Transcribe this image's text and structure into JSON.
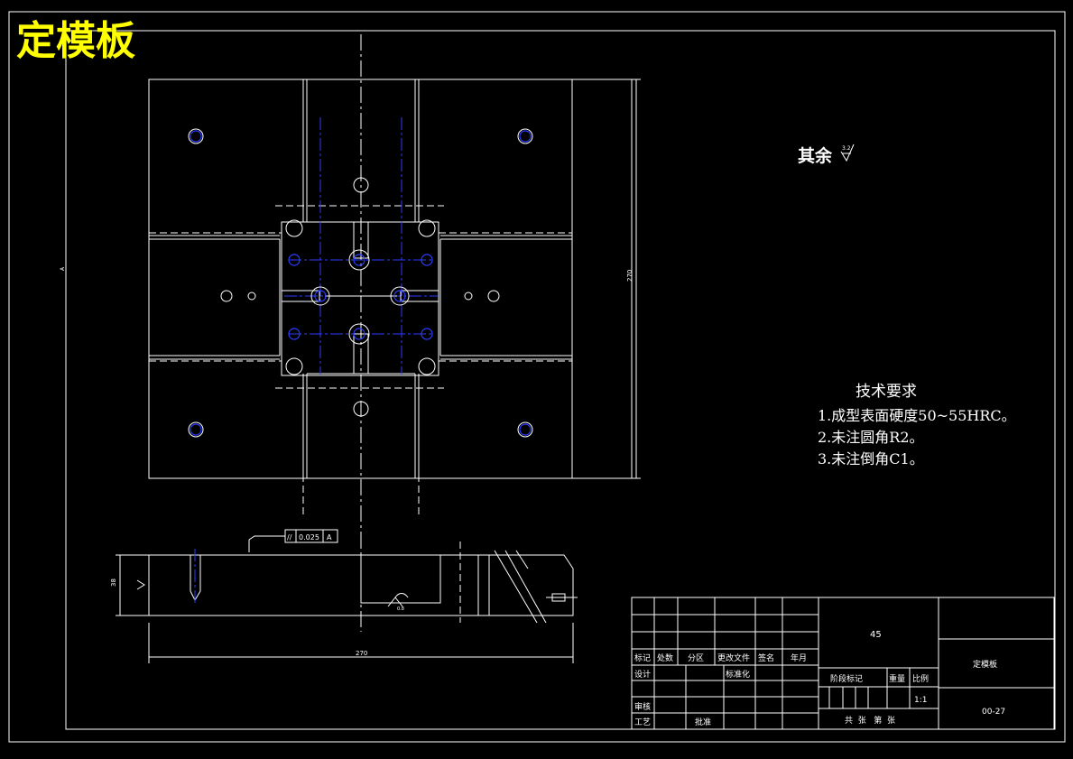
{
  "drawing": {
    "title": "定模板",
    "roughness_note": "其余",
    "roughness_value": "3.2",
    "tech_title": "技术要求",
    "tech_items": [
      "1.成型表面硬度50~55HRC。",
      "2.未注圆角R2。",
      "3.未注倒角C1。"
    ],
    "dims": {
      "width": "270",
      "height_side": "38",
      "vertical": "270",
      "side_small": "A",
      "tolerance": "0.025",
      "datum": "A",
      "roughness_mid": "0.8"
    }
  },
  "title_block": {
    "material": "45",
    "part_name": "定模板",
    "drawing_no": "00-27",
    "scale": "1:1",
    "headers": [
      "标记",
      "处数",
      "分区",
      "更改文件",
      "签名",
      "年月"
    ],
    "row_design": "设计",
    "row_standard": "标准化",
    "row_review": "审核",
    "row_process": "工艺",
    "row_approve": "批准",
    "stage": "阶段标记",
    "weight": "重量",
    "ratio": "比例",
    "sheets": "共  张   第  张"
  },
  "colors": {
    "background": "#000000",
    "lines": "#ffffff",
    "centerlines": "#2b3cff",
    "title": "#ffff00"
  }
}
